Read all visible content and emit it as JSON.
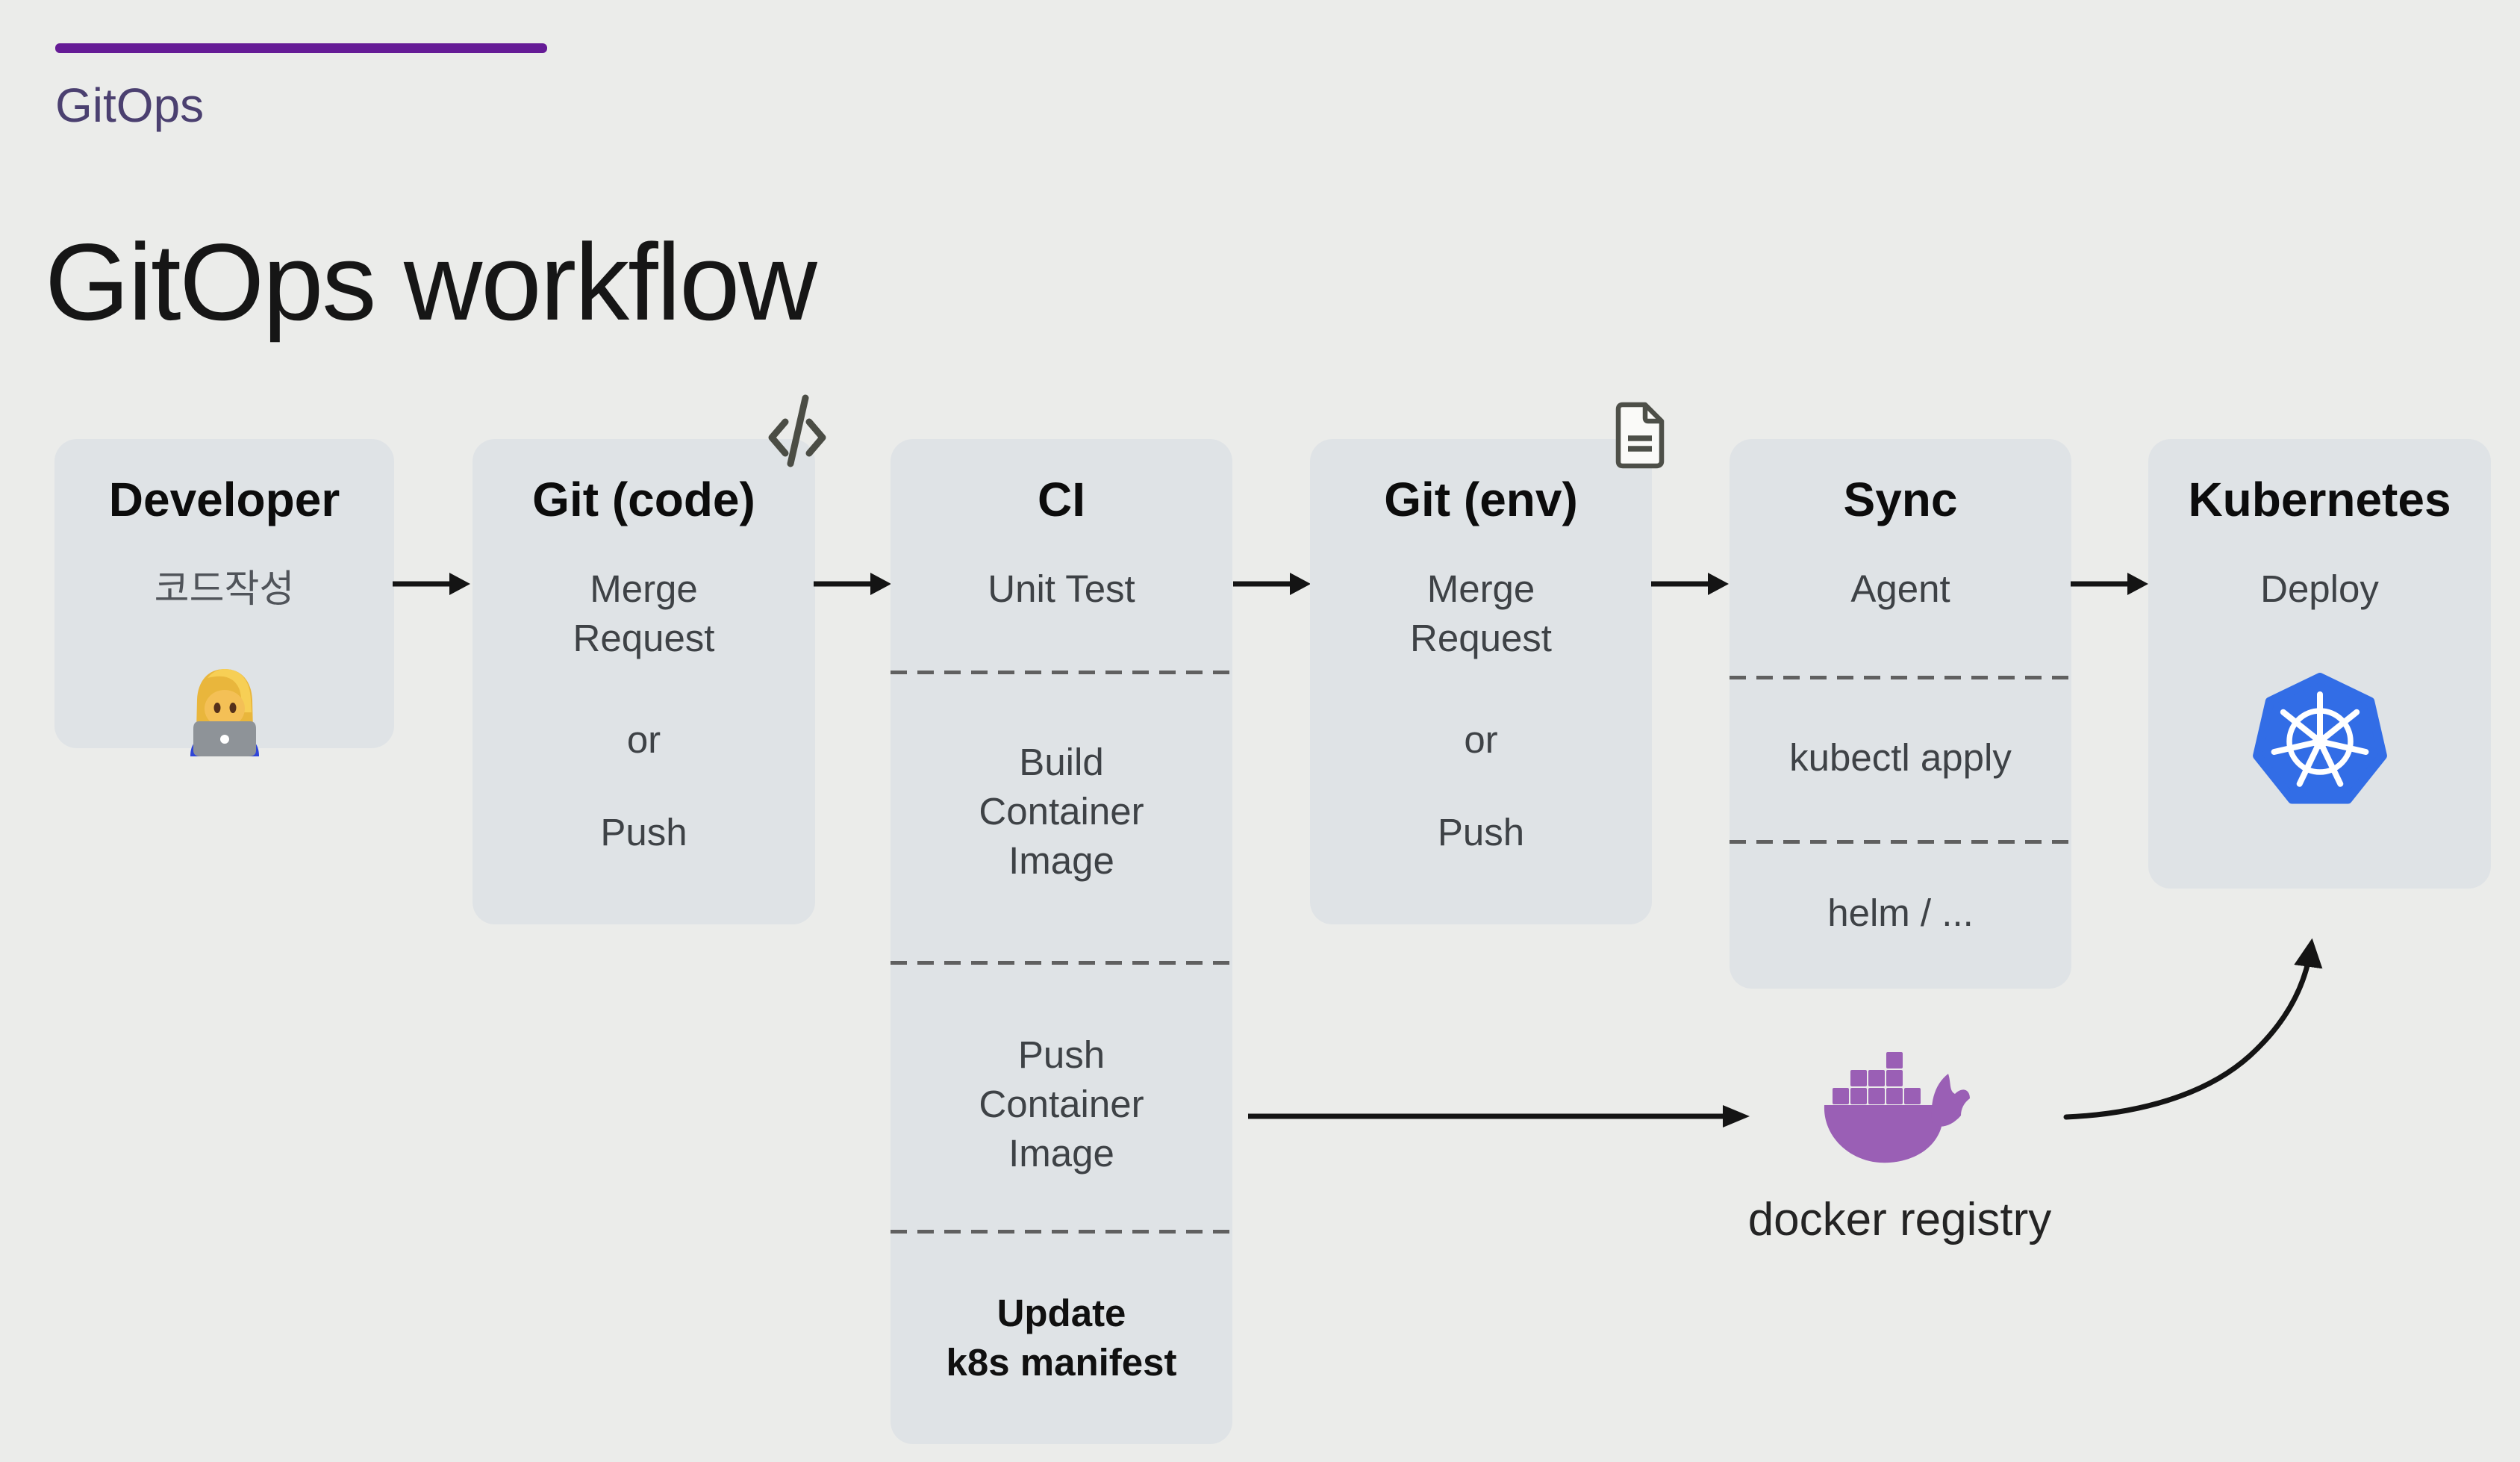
{
  "header": {
    "eyebrow": "GitOps",
    "title": "GitOps workflow"
  },
  "nodes": {
    "developer": {
      "title": "Developer",
      "task": "코드작성"
    },
    "git_code": {
      "title": "Git (code)",
      "merge": "Merge\nRequest",
      "or": "or",
      "push": "Push"
    },
    "ci": {
      "title": "CI",
      "unit_test": "Unit Test",
      "build": "Build\nContainer\nImage",
      "push": "Push\nContainer\nImage",
      "update": "Update\nk8s manifest"
    },
    "git_env": {
      "title": "Git (env)",
      "merge": "Merge\nRequest",
      "or": "or",
      "push": "Push"
    },
    "sync": {
      "title": "Sync",
      "agent": "Agent",
      "kubectl": "kubectl apply",
      "helm": "helm / ..."
    },
    "kubernetes": {
      "title": "Kubernetes",
      "deploy": "Deploy"
    }
  },
  "registry": {
    "label": "docker registry"
  },
  "icons": {
    "git_code_badge": "code-icon",
    "git_env_badge": "document-icon",
    "developer_avatar": "woman-technologist-emoji",
    "registry_icon": "docker-whale-icon",
    "kubernetes_icon": "kubernetes-wheel-icon"
  },
  "colors": {
    "accent_purple": "#651b96",
    "eyebrow_purple": "#4b4070",
    "docker_purple": "#9a5fb5",
    "kubernetes_blue": "#326de6",
    "node_fill": "#dfe3e6",
    "background": "#ebecea"
  }
}
